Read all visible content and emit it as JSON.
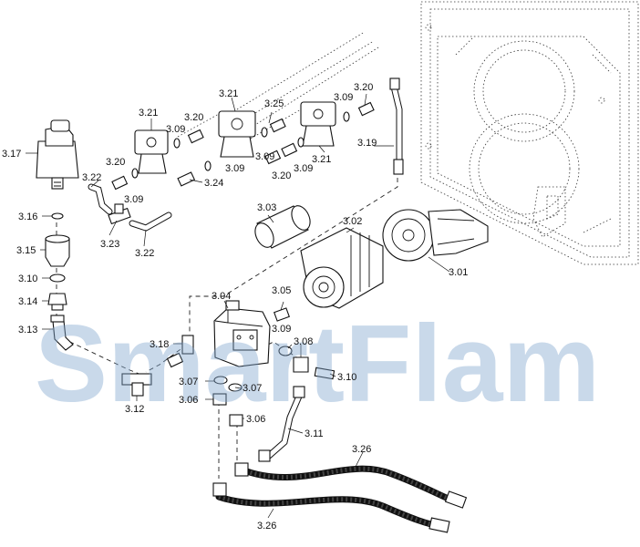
{
  "watermark": "SmartFlam",
  "colors": {
    "watermark": "#7fa6cf",
    "line": "#111111",
    "background": "#ffffff"
  },
  "labels": {
    "p3_01": "3.01",
    "p3_02": "3.02",
    "p3_03": "3.03",
    "p3_04": "3.04",
    "p3_05": "3.05",
    "p3_06a": "3.06",
    "p3_06b": "3.06",
    "p3_07a": "3.07",
    "p3_07b": "3.07",
    "p3_08": "3.08",
    "p3_09a": "3.09",
    "p3_09b": "3.09",
    "p3_09c": "3.09",
    "p3_09d": "3.09",
    "p3_09e": "3.09",
    "p3_09f": "3.09",
    "p3_09g": "3.09",
    "p3_10a": "3.10",
    "p3_10b": "3.10",
    "p3_11": "3.11",
    "p3_12": "3.12",
    "p3_13": "3.13",
    "p3_14": "3.14",
    "p3_15": "3.15",
    "p3_16": "3.16",
    "p3_17": "3.17",
    "p3_18": "3.18",
    "p3_19": "3.19",
    "p3_20a": "3.20",
    "p3_20b": "3.20",
    "p3_20c": "3.20",
    "p3_20d": "3.20",
    "p3_21a": "3.21",
    "p3_21b": "3.21",
    "p3_21c": "3.21",
    "p3_22a": "3.22",
    "p3_22b": "3.22",
    "p3_23": "3.23",
    "p3_24": "3.24",
    "p3_25": "3.25",
    "p3_26a": "3.26",
    "p3_26b": "3.26"
  }
}
